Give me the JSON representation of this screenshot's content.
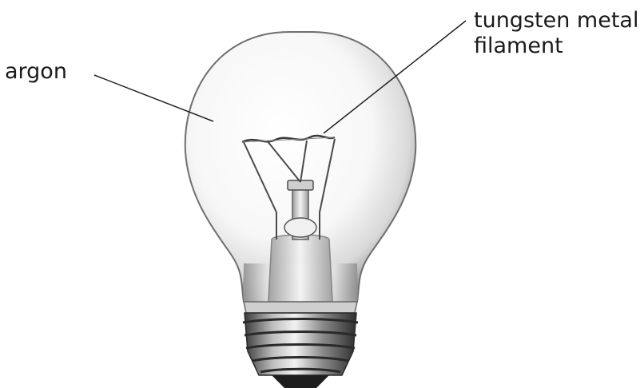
{
  "diagram": {
    "labels": {
      "argon": "argon",
      "filament_line1": "tungsten metal",
      "filament_line2": "filament"
    }
  }
}
